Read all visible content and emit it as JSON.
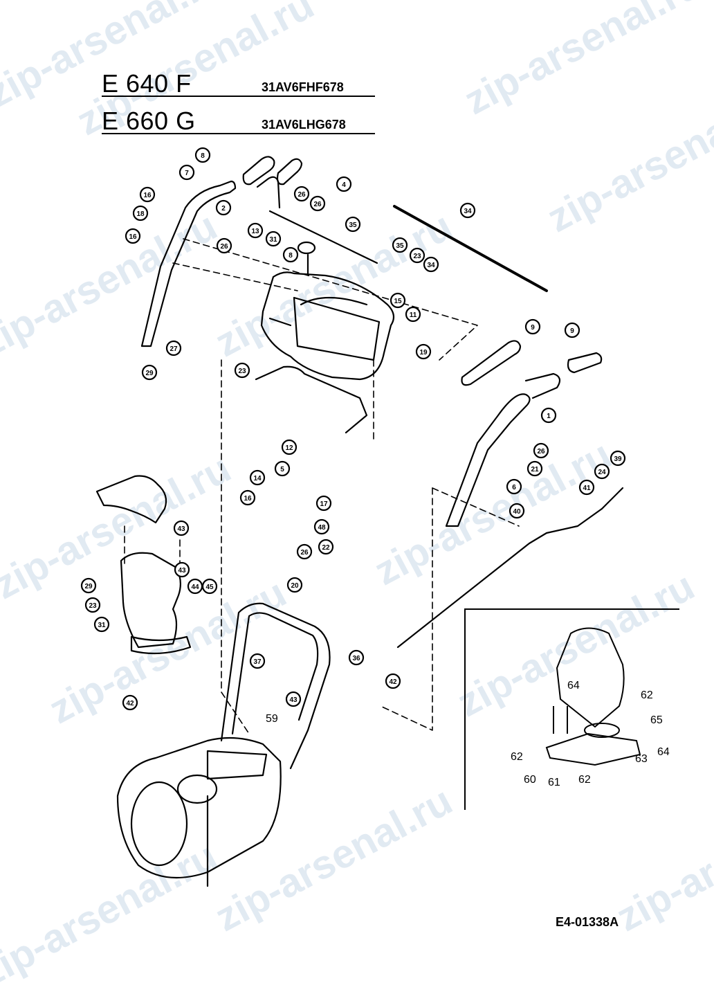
{
  "header": {
    "models": [
      {
        "name": "E 640 F",
        "code": "31AV6FHF678"
      },
      {
        "name": "E 660 G",
        "code": "31AV6LHG678"
      }
    ]
  },
  "reference": "E4-01338A",
  "watermark": "zip-arsenal.ru",
  "inset_callouts": [
    "64",
    "62",
    "65",
    "62",
    "64",
    "63",
    "60",
    "61",
    "62"
  ],
  "callouts": [
    "8",
    "7",
    "4",
    "16",
    "26",
    "2",
    "26",
    "18",
    "13",
    "31",
    "16",
    "8",
    "26",
    "35",
    "34",
    "35",
    "23",
    "34",
    "15",
    "11",
    "19",
    "9",
    "9",
    "27",
    "29",
    "1",
    "26",
    "21",
    "6",
    "12",
    "5",
    "14",
    "16",
    "17",
    "48",
    "26",
    "22",
    "20",
    "23",
    "41",
    "24",
    "39",
    "40",
    "43",
    "43",
    "29",
    "23",
    "31",
    "44",
    "45",
    "37",
    "43",
    "36",
    "42",
    "42"
  ],
  "labels": {
    "part_59": "59"
  }
}
